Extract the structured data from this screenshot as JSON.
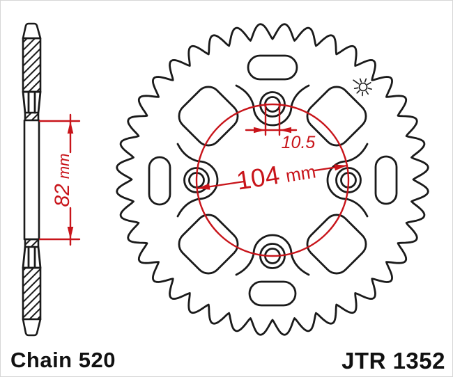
{
  "diagram": {
    "chain_label": "Chain 520",
    "part_number": "JTR 1352",
    "dim_width": {
      "value": "82",
      "unit": "mm"
    },
    "dim_bolt_circle": {
      "value": "104",
      "unit": "mm"
    },
    "dim_hole_diameter": {
      "value": "10.5"
    },
    "sprocket": {
      "teeth": 40
    },
    "colors": {
      "dimension_red": "#c8141a",
      "line_black": "#1a1a1a",
      "background": "#ffffff"
    }
  }
}
